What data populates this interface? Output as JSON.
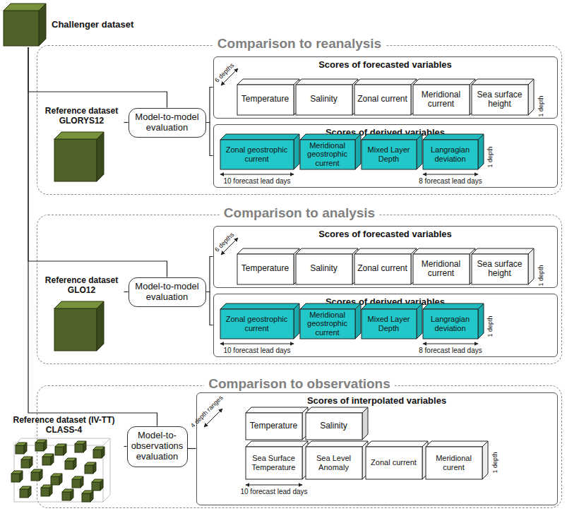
{
  "diagram": {
    "nodes": [
      {
        "text": [
          "Challenger dataset"
        ]
      },
      {
        "text": [
          "Comparison to reanalysis"
        ]
      },
      {
        "text": [
          "Reference dataset GLORYS12"
        ],
        "in": 1
      },
      {
        "text": [
          "Model-to-model evaluation"
        ],
        "in": 1
      },
      {
        "text": [
          "Scores of forecasted variables"
        ],
        "in": 1
      },
      {
        "text": [
          "Temperature"
        ],
        "in": 4
      },
      {
        "text": [
          "Salinity"
        ],
        "in": 4
      },
      {
        "text": [
          "Zonal current"
        ],
        "in": 4
      },
      {
        "text": [
          "Meridional current"
        ],
        "in": 4
      },
      {
        "text": [
          "Sea surface height"
        ],
        "in": 4
      },
      {
        "text": [
          "Scores of derived variables"
        ],
        "in": 1
      },
      {
        "text": [
          "Zonal geostrophic current"
        ],
        "in": 10
      },
      {
        "text": [
          "Meridional geostrophic current"
        ],
        "in": 10
      },
      {
        "text": [
          "Mixed Layer Depth"
        ],
        "in": 10
      },
      {
        "text": [
          "Langragian deviation"
        ],
        "in": 10
      },
      {
        "text": [
          "Comparison to analysis"
        ]
      },
      {
        "text": [
          "Reference dataset GLO12"
        ],
        "in": 15
      },
      {
        "text": [
          "Model-to-model evaluation"
        ],
        "in": 15
      },
      {
        "text": [
          "Scores of forecasted variables"
        ],
        "in": 15
      },
      {
        "text": [
          "Temperature"
        ],
        "in": 18
      },
      {
        "text": [
          "Salinity"
        ],
        "in": 18
      },
      {
        "text": [
          "Zonal current"
        ],
        "in": 18
      },
      {
        "text": [
          "Meridional current"
        ],
        "in": 18
      },
      {
        "text": [
          "Sea surface height"
        ],
        "in": 18
      },
      {
        "text": [
          "Scores of derived variables"
        ],
        "in": 15
      },
      {
        "text": [
          "Zonal geostrophic current"
        ],
        "in": 24
      },
      {
        "text": [
          "Meridional geostrophic current"
        ],
        "in": 24
      },
      {
        "text": [
          "Mixed Layer Depth"
        ],
        "in": 24
      },
      {
        "text": [
          "Langragian deviation"
        ],
        "in": 24
      },
      {
        "text": [
          "Comparison to observations"
        ]
      },
      {
        "text": [
          "Reference dataset (IV-TT) CLASS-4"
        ],
        "in": 29
      },
      {
        "text": [
          "Model-to-observations evaluation"
        ],
        "in": 29
      },
      {
        "text": [
          "Scores of interpolated variables"
        ],
        "in": 29
      },
      {
        "text": [
          "Temperature"
        ],
        "in": 32
      },
      {
        "text": [
          "Salinity"
        ],
        "in": 32
      },
      {
        "text": [
          "Sea Surface Temperature"
        ],
        "in": 32
      },
      {
        "text": [
          "Sea Level Anomaly"
        ],
        "in": 32
      },
      {
        "text": [
          "Zonal current"
        ],
        "in": 32
      },
      {
        "text": [
          "Meridional curent"
        ],
        "in": 32
      }
    ],
    "edges": [
      {
        "from": 0,
        "to": 3,
        "arrow": "none"
      },
      {
        "from": 2,
        "to": 3,
        "arrow": "none"
      },
      {
        "from": 3,
        "to": 4,
        "arrow": "none"
      },
      {
        "from": 3,
        "to": 10,
        "arrow": "none"
      },
      {
        "from": 0,
        "to": 17,
        "arrow": "none"
      },
      {
        "from": 16,
        "to": 17,
        "arrow": "none"
      },
      {
        "from": 17,
        "to": 18,
        "arrow": "none"
      },
      {
        "from": 17,
        "to": 24,
        "arrow": "none"
      },
      {
        "from": 0,
        "to": 31,
        "arrow": "none"
      },
      {
        "from": 30,
        "to": 31,
        "arrow": "none"
      },
      {
        "from": 31,
        "to": 32,
        "arrow": "none"
      }
    ],
    "labels": [
      "6 depths",
      "1 depth",
      "10 forecast lead days",
      "8 forecast lead days",
      "1 depth",
      "6 depths",
      "1 depth",
      "10 forecast lead days",
      "8 forecast lead days",
      "1 depth",
      "4 depth ranges",
      "10 forecast lead days",
      "1 depth"
    ]
  }
}
